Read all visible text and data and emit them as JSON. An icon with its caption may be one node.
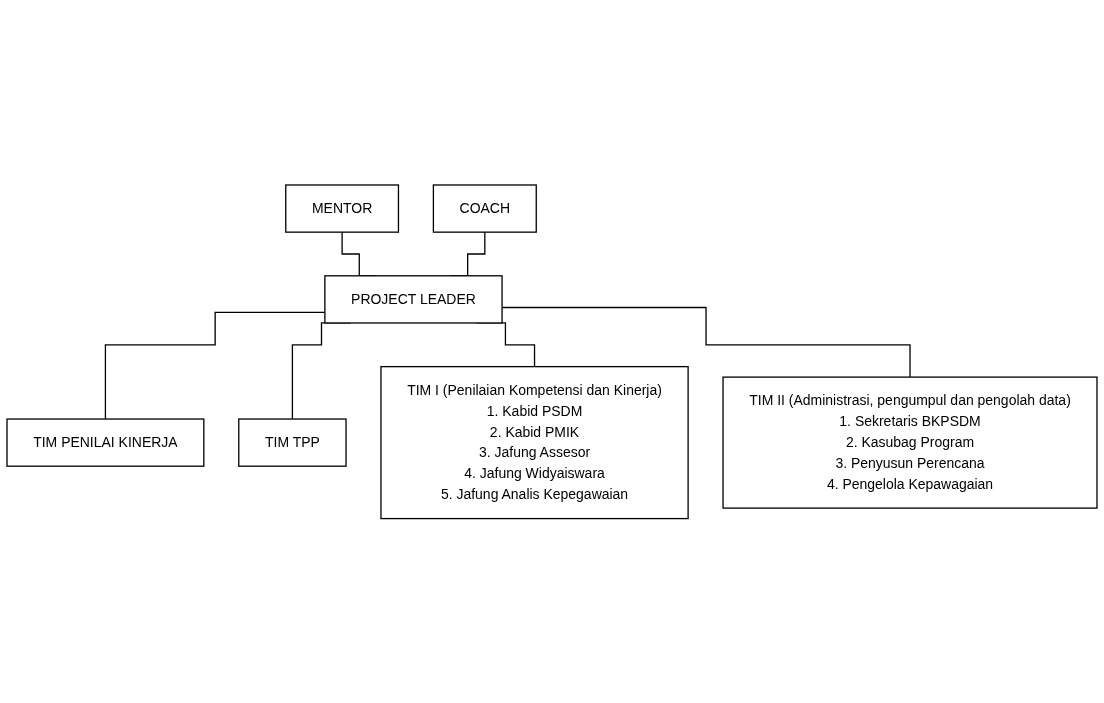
{
  "diagram": {
    "nodes": [
      {
        "text": [
          "MENTOR"
        ]
      },
      {
        "text": [
          "COACH"
        ]
      },
      {
        "text": [
          "PROJECT LEADER"
        ]
      },
      {
        "text": [
          "TIM PENILAI KINERJA"
        ]
      },
      {
        "text": [
          "TIM TPP"
        ]
      },
      {
        "text": [
          "TIM I (Penilaian Kompetensi dan Kinerja)",
          "1. Kabid PSDM",
          "2. Kabid PMIK",
          "3. Jafung Assesor",
          "4. Jafung Widyaiswara",
          "5. Jafung Analis Kepegawaian"
        ]
      },
      {
        "text": [
          "TIM II (Administrasi, pengumpul dan pengolah data)",
          "1. Sekretaris BKPSDM",
          "2. Kasubag Program",
          "3. Penyusun Perencana",
          "4. Pengelola Kepawagaian"
        ]
      }
    ],
    "edges": [
      {
        "from": 0,
        "to": 2,
        "arrow": "none"
      },
      {
        "from": 1,
        "to": 2,
        "arrow": "none"
      },
      {
        "from": 2,
        "to": 3,
        "arrow": "none"
      },
      {
        "from": 2,
        "to": 4,
        "arrow": "none"
      },
      {
        "from": 2,
        "to": 5,
        "arrow": "none"
      },
      {
        "from": 2,
        "to": 6,
        "arrow": "none"
      }
    ]
  }
}
